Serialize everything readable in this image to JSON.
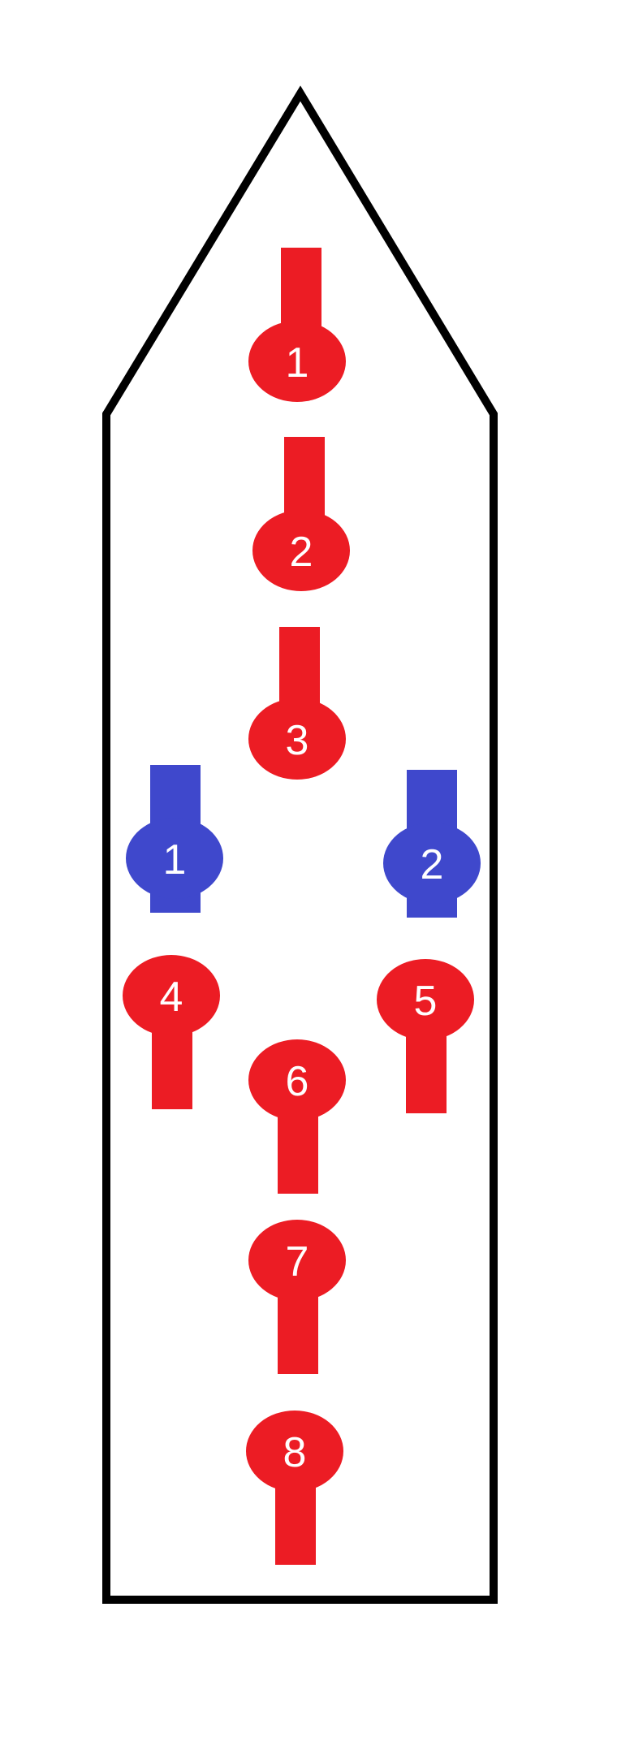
{
  "colors": {
    "outline": "#000000",
    "background": "#ffffff",
    "red_marker": "#ec1c24",
    "blue_marker": "#3f48cc",
    "label_text": "#ffffff"
  },
  "markers": [
    {
      "id": "red-1",
      "label": "1",
      "color": "red",
      "stem": "up"
    },
    {
      "id": "red-2",
      "label": "2",
      "color": "red",
      "stem": "up"
    },
    {
      "id": "red-3",
      "label": "3",
      "color": "red",
      "stem": "up"
    },
    {
      "id": "blue-1",
      "label": "1",
      "color": "blue",
      "stem": "through"
    },
    {
      "id": "blue-2",
      "label": "2",
      "color": "blue",
      "stem": "through"
    },
    {
      "id": "red-4",
      "label": "4",
      "color": "red",
      "stem": "down"
    },
    {
      "id": "red-5",
      "label": "5",
      "color": "red",
      "stem": "down"
    },
    {
      "id": "red-6",
      "label": "6",
      "color": "red",
      "stem": "down"
    },
    {
      "id": "red-7",
      "label": "7",
      "color": "red",
      "stem": "down"
    },
    {
      "id": "red-8",
      "label": "8",
      "color": "red",
      "stem": "down"
    }
  ]
}
